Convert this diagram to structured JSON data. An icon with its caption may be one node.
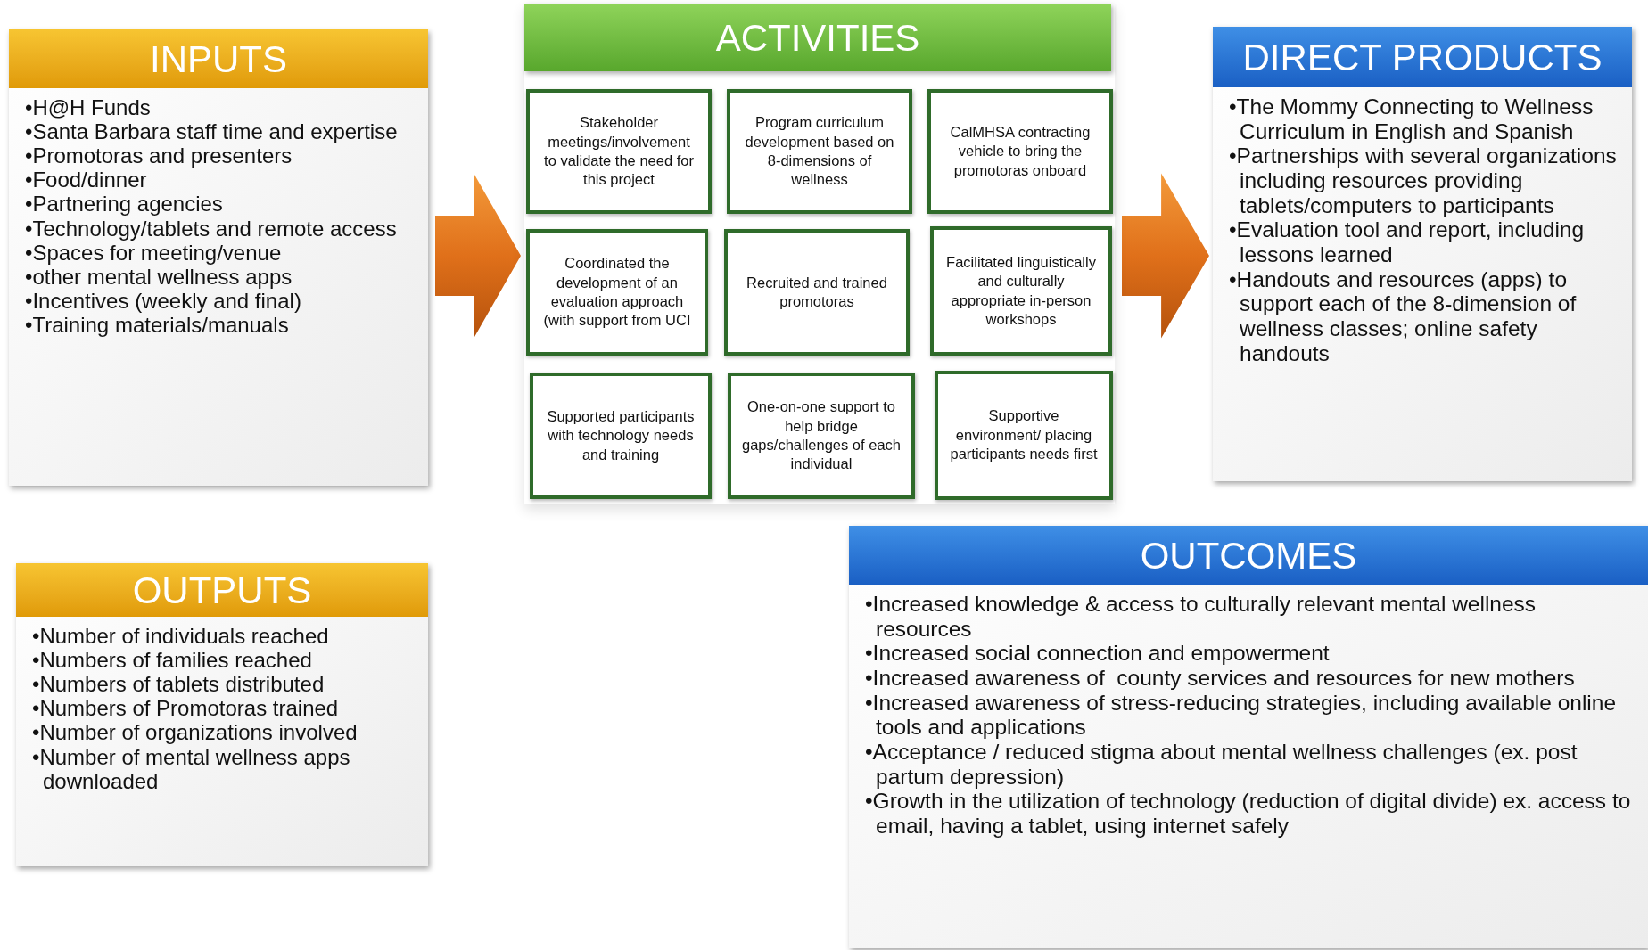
{
  "diagram": {
    "nodes": [
      {
        "text": [
          "INPUTS",
          "•H@H Funds",
          "•Santa Barbara staff time and expertise",
          "•Promotoras and presenters",
          "•Food/dinner",
          "•Partnering agencies",
          "•Technology/tablets and remote access",
          "•Spaces for meeting/venue",
          "•other mental wellness apps",
          "•Incentives (weekly and final)",
          "•Training materials/manuals"
        ]
      },
      {
        "text": [
          "ACTIVITIES"
        ]
      },
      {
        "text": [
          "Stakeholder meetings/involvement to validate the need for this project"
        ],
        "in": 1
      },
      {
        "text": [
          "Program curriculum development based on 8-dimensions of wellness"
        ],
        "in": 1
      },
      {
        "text": [
          "CalMHSA contracting vehicle to bring the promotoras onboard"
        ],
        "in": 1
      },
      {
        "text": [
          "Coordinated the development of an evaluation approach (with support from UCI"
        ],
        "in": 1
      },
      {
        "text": [
          "Recruited and trained promotoras"
        ],
        "in": 1
      },
      {
        "text": [
          "Facilitated linguistically and culturally appropriate in-person workshops"
        ],
        "in": 1
      },
      {
        "text": [
          "Supported participants with technology needs and training"
        ],
        "in": 1
      },
      {
        "text": [
          "One-on-one support to help bridge gaps/challenges of each individual"
        ],
        "in": 1
      },
      {
        "text": [
          "Supportive environment/ placing participants needs first"
        ],
        "in": 1
      },
      {
        "text": [
          "DIRECT PRODUCTS",
          "•The Mommy Connecting to Wellness Curriculum in English and Spanish",
          "•Partnerships with several organizations including resources providing tablets/computers to participants",
          "•Evaluation tool and report, including lessons learned",
          "•Handouts and resources (apps) to support each of the 8-dimension of wellness classes; online safety handouts"
        ]
      },
      {
        "text": [
          "OUTPUTS",
          "•Number of individuals reached",
          "•Numbers of families reached",
          "•Numbers of tablets distributed",
          "•Numbers of Promotoras trained",
          "•Number of organizations involved",
          "•Number of mental wellness apps downloaded"
        ]
      },
      {
        "text": [
          "OUTCOMES",
          "•Increased knowledge & access to culturally relevant mental wellness resources",
          "•Increased social connection and empowerment",
          "•Increased awareness of  county services and resources for new mothers",
          "•Increased awareness of stress-reducing strategies, including available online tools and applications",
          "•Acceptance / reduced stigma about mental wellness challenges (ex. post partum depression)",
          "•Growth in the utilization of technology (reduction of digital divide) ex. access to email, having a tablet, using internet safely"
        ]
      }
    ],
    "edges": [
      {
        "from": 0,
        "to": 1,
        "arrow": "to",
        "style": "thick"
      },
      {
        "from": 1,
        "to": 11,
        "arrow": "to",
        "style": "thick"
      }
    ]
  }
}
